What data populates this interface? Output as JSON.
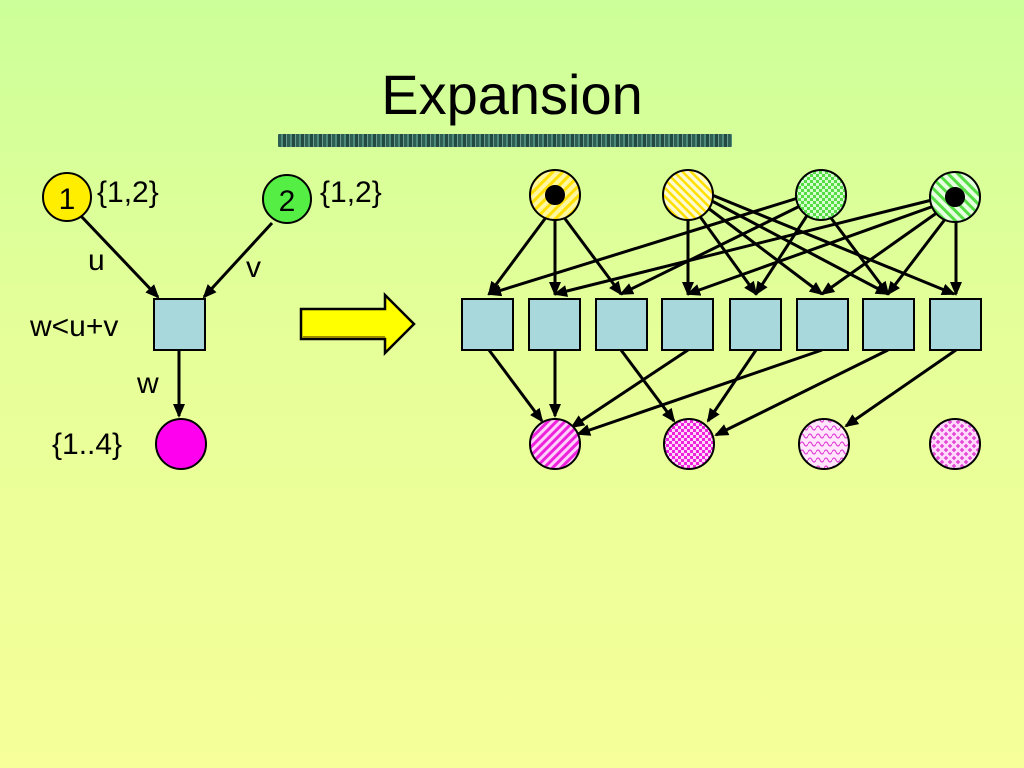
{
  "title": "Expansion",
  "left": {
    "node1": {
      "label": "1",
      "domain": "{1,2}"
    },
    "node2": {
      "label": "2",
      "domain": "{1,2}"
    },
    "edge_u": "u",
    "edge_v": "v",
    "constraint": "w<u+v",
    "edge_w": "w",
    "result_domain": "{1..4}"
  },
  "colors": {
    "yellow": "#ffee00",
    "green": "#55ee44",
    "magenta": "#ff00ee",
    "box": "#a9d8dc",
    "arrow": "#ffff00"
  }
}
